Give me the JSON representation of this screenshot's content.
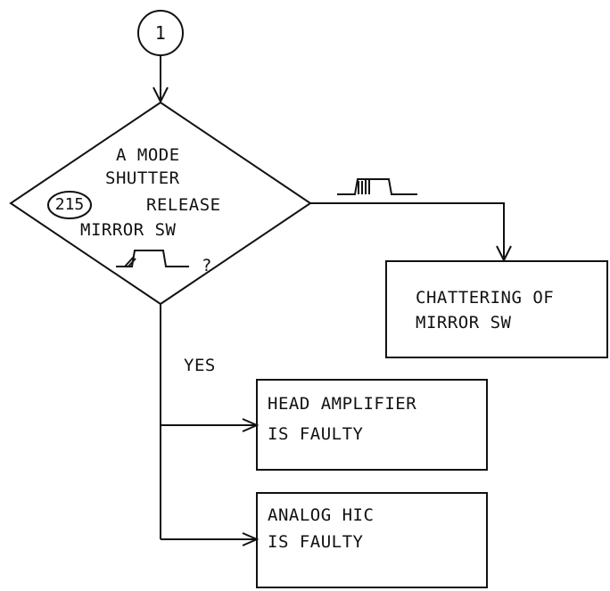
{
  "connector": {
    "label": "1"
  },
  "decision": {
    "line1": "A MODE",
    "line2": "SHUTTER",
    "ref": "215",
    "line3": "RELEASE",
    "line4": "MIRROR SW",
    "question": "?"
  },
  "yes_label": "YES",
  "result_chattering": {
    "line1": "CHATTERING OF",
    "line2": "MIRROR SW"
  },
  "result_head_amp": {
    "line1": "HEAD AMPLIFIER",
    "line2": "IS FAULTY"
  },
  "result_analog_hic": {
    "line1": "ANALOG HIC",
    "line2": "IS FAULTY"
  }
}
